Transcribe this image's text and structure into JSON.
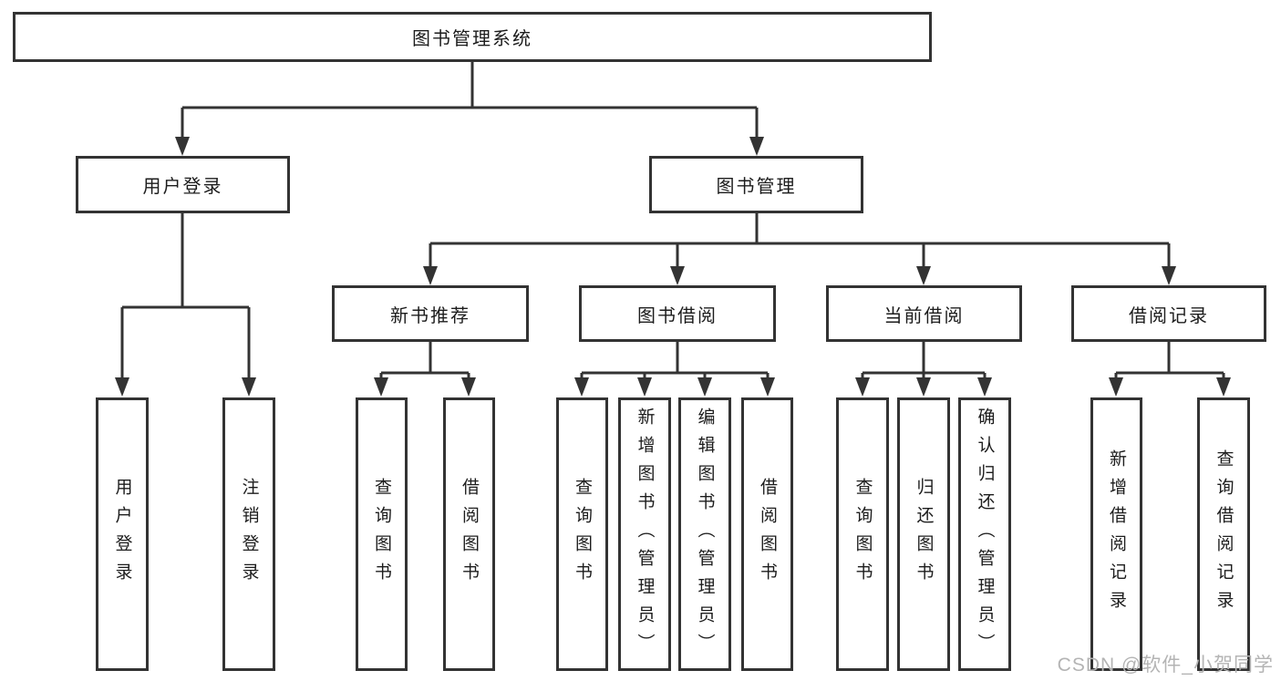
{
  "root": {
    "label": "图书管理系统"
  },
  "level1": [
    {
      "label": "用户登录"
    },
    {
      "label": "图书管理"
    }
  ],
  "level2": [
    {
      "label": "新书推荐"
    },
    {
      "label": "图书借阅"
    },
    {
      "label": "当前借阅"
    },
    {
      "label": "借阅记录"
    }
  ],
  "leaves": {
    "user": [
      "用户登录",
      "注销登录"
    ],
    "recommend": [
      "查询图书",
      "借阅图书"
    ],
    "borrow": [
      "查询图书",
      "新增图书（管理员）",
      "编辑图书（管理员）",
      "借阅图书"
    ],
    "current": [
      "查询图书",
      "归还图书",
      "确认归还（管理员）"
    ],
    "records": [
      "新增借阅记录",
      "查询借阅记录"
    ]
  },
  "watermark": {
    "text": "CSDN @软件_小贺同学",
    "color": "#b4b4b4"
  },
  "colors": {
    "line": "#333333",
    "box_border": "#333333",
    "box_fill": "#ffffff",
    "text": "#1c1c1c",
    "background": "#ffffff"
  }
}
